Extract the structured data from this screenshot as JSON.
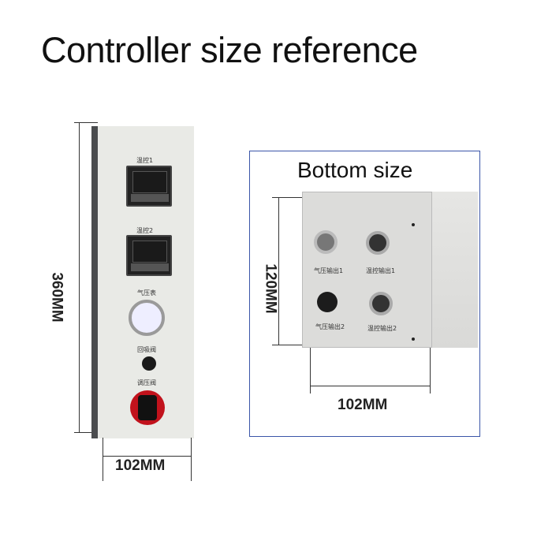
{
  "title": "Controller size reference",
  "front": {
    "height_label": "360MM",
    "width_label": "102MM",
    "labels": [
      "温控1",
      "温控2",
      "气压表",
      "回吸阀",
      "调压阀"
    ]
  },
  "bottom": {
    "heading": "Bottom size",
    "height_label": "120MM",
    "width_label": "102MM",
    "ports": [
      "气压输出1",
      "温控输出1",
      "气压输出2",
      "温控输出2"
    ],
    "frame_color": "#3a55a8"
  }
}
